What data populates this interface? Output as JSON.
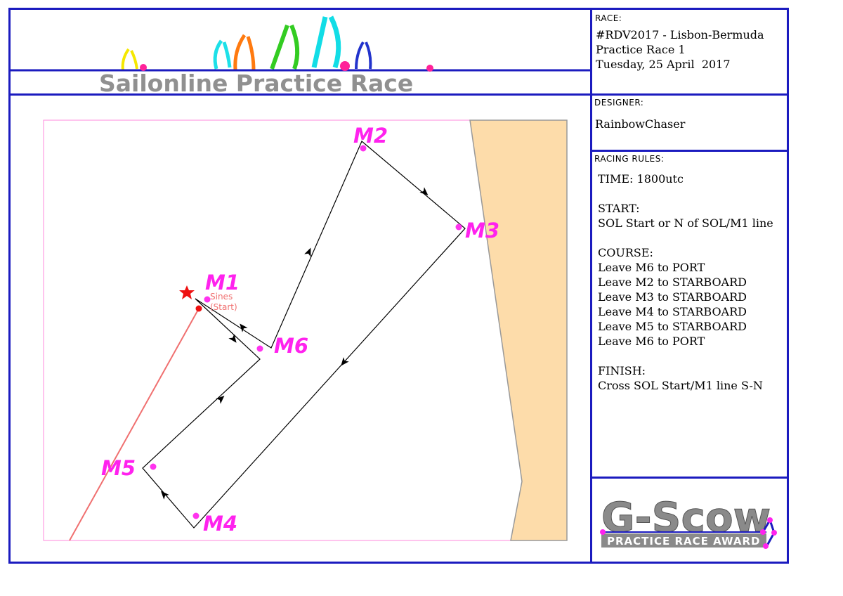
{
  "header": {
    "title": "Sailonline Practice Race"
  },
  "race_panel": {
    "label": "RACE:",
    "line1": "#RDV2017 - Lisbon-Bermuda",
    "line2": "Practice Race 1",
    "line3": "Tuesday, 25 April  2017"
  },
  "designer_panel": {
    "label": "DESIGNER:",
    "name": "RainbowChaser"
  },
  "rules_panel": {
    "label": "RACING RULES:",
    "time": "TIME: 1800utc",
    "start_heading": "START:",
    "start_text": "SOL Start or N of SOL/M1 line",
    "course_heading": "COURSE:",
    "course": [
      "Leave M6 to PORT",
      "Leave M2 to STARBOARD",
      "Leave M3 to STARBOARD",
      "Leave M4 to STARBOARD",
      "Leave M5 to STARBOARD",
      "Leave M6 to PORT"
    ],
    "finish_heading": "FINISH:",
    "finish_text": "Cross SOL Start/M1 line S-N"
  },
  "award": {
    "title": "G-Scow",
    "subtitle": "PRACTICE RACE AWARD"
  },
  "map": {
    "start_label_line1": "Sines",
    "start_label_line2": "(Start)",
    "marks": [
      {
        "name": "M1"
      },
      {
        "name": "M2"
      },
      {
        "name": "M3"
      },
      {
        "name": "M4"
      },
      {
        "name": "M5"
      },
      {
        "name": "M6"
      }
    ]
  },
  "colors": {
    "frame": "#1b1bbf",
    "mark": "#ff22ee",
    "land": "#fddcaa",
    "start_line": "#f07070",
    "course": "#000000"
  }
}
